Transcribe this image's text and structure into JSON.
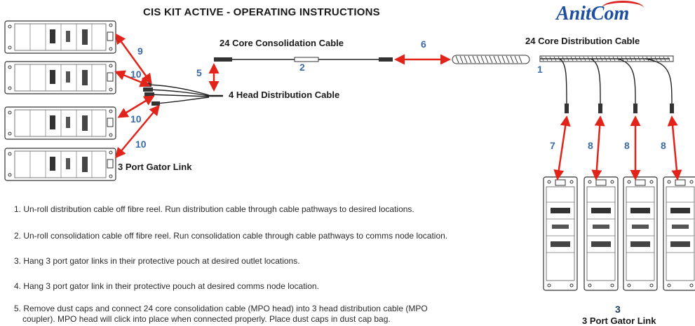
{
  "header": {
    "title": "CIS KIT ACTIVE - OPERATING INSTRUCTIONS",
    "logo_text": "AnitCom"
  },
  "labels": {
    "consolidation_cable": "24 Core Consolidation Cable",
    "distribution_cable": "24 Core Distribution Cable",
    "head_distribution_cable": "4 Head Distribution Cable",
    "gator_link_left": "3 Port Gator Link",
    "gator_link_right": "3 Port Gator Link"
  },
  "numbers": {
    "n1": "1",
    "n2": "2",
    "n3": "3",
    "n5": "5",
    "n6": "6",
    "n7": "7",
    "n8a": "8",
    "n8b": "8",
    "n8c": "8",
    "n9": "9",
    "n10a": "10",
    "n10b": "10",
    "n10c": "10"
  },
  "instructions": [
    "1. Un-roll distribution cable off fibre reel. Run distribution cable through cable pathways to desired locations.",
    "2. Un-roll consolidation cable off fibre reel. Run consolidation cable through cable pathways to comms node location.",
    "3. Hang 3 port gator links in their protective pouch at desired outlet locations.",
    "4. Hang 3 port gator link in their protective pouch at desired comms node location.",
    "5. Remove dust caps and connect 24 core consolidation cable (MPO head) into 3 head distribution cable (MPO",
    "coupler). MPO head will click into place when connected properly. Place dust caps in dust cap bag."
  ],
  "colors": {
    "arrow": "#e2231a",
    "number": "#3a6aa8",
    "logo": "#1f4fa0"
  }
}
